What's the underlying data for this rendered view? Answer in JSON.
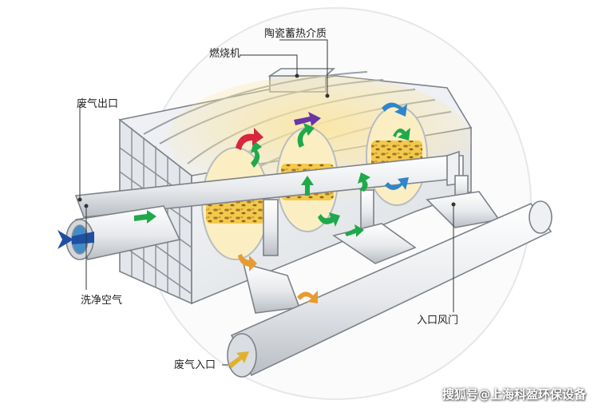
{
  "labels": {
    "ceramic_media": "陶瓷蓄热介质",
    "burner": "燃烧机",
    "exhaust_outlet": "废气出口",
    "purge_air": "洗净空气",
    "inlet_damper": "入口风门",
    "exhaust_inlet": "废气入口"
  },
  "watermark": "搜狐号@上海科盈环保设备",
  "colors": {
    "body": "#e9ecef",
    "body_stroke": "#7d8288",
    "pipe": "#f2f3f5",
    "media_yellow": "#f2c94c",
    "arrow_green": "#1fa94b",
    "arrow_red": "#d7263d",
    "arrow_purple": "#6b35a8",
    "arrow_blue": "#2f86c9",
    "arrow_orange": "#e89b2e",
    "arrow_darkblue": "#1f4fa0"
  }
}
